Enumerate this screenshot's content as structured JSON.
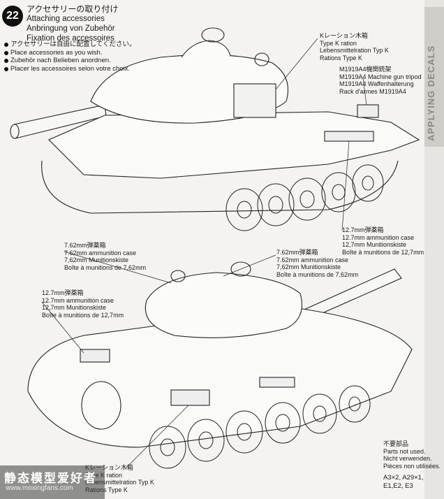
{
  "step": {
    "number": "22",
    "title_ja": "アクセサリーの取り付け",
    "title_en": "Attaching accessories",
    "title_de": "Anbringung von Zubehör",
    "title_fr": "Fixation des accessoires"
  },
  "instructions": [
    "アクセサリーは自由に配置してください。",
    "Place accessories as you wish.",
    "Zubehör nach Belieben anordnen.",
    "Placer les accessoires selon votre choix."
  ],
  "labels": {
    "k_ration_top": [
      "Kレーション木箱",
      "Type K ration",
      "Lebensmittelration Typ K",
      "Rations Type K"
    ],
    "tripod": [
      "M1919A4機関銃架",
      "M1919A4 Machine gun tripod",
      "M1919A4 Waffenhalterung",
      "Rack d'armes M1919A4"
    ],
    "ammo127_right": [
      "12.7mm弾薬箱",
      "12.7mm ammunition case",
      "12,7mm Munitionskiste",
      "Boîte à munitions de 12,7mm"
    ],
    "ammo762_left": [
      "7.62mm弾薬箱",
      "7.62mm ammunition case",
      "7,62mm Munitionskiste",
      "Boîte à munitions de 7,62mm"
    ],
    "ammo762_right": [
      "7.62mm弾薬箱",
      "7.62mm ammunition case",
      "7,62mm Munitionskiste",
      "Boîte à munitions de 7,62mm"
    ],
    "ammo127_left": [
      "12.7mm弾薬箱",
      "12.7mm ammunition case",
      "12,7mm Munitionskiste",
      "Boîte à munitions de 12,7mm"
    ],
    "k_ration_bottom": [
      "Kレーション木箱",
      "Type K ration",
      "Lebensmittelration Typ K",
      "Rations Type K"
    ]
  },
  "unused_parts": {
    "heading": [
      "不要部品",
      "Parts not used.",
      "Nicht verwenden.",
      "Pièces non utilisées."
    ],
    "parts": [
      "A3×2, A29×1,",
      "E1,E2, E3"
    ]
  },
  "watermark": {
    "line1": "静态模型爱好者",
    "line2": "www.moxingfans.com"
  },
  "page_markings": {
    "side_text": "APPLYING DECALS"
  }
}
